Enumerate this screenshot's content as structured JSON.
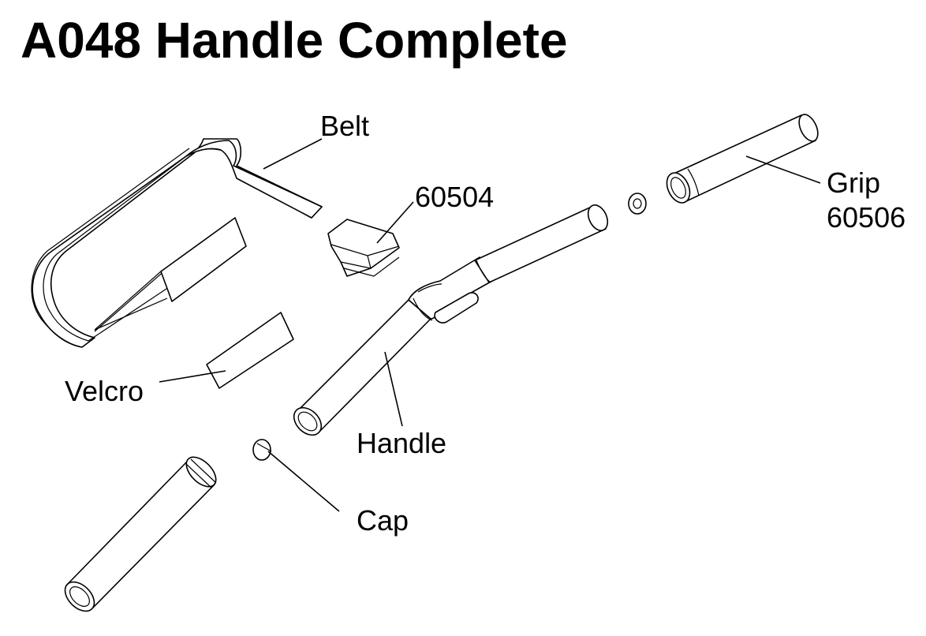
{
  "title": "A048 Handle Complete",
  "labels": {
    "belt": "Belt",
    "part_60504": "60504",
    "grip": "Grip",
    "grip_number": "60506",
    "velcro": "Velcro",
    "handle": "Handle",
    "cap": "Cap"
  },
  "colors": {
    "line": "#000000",
    "background": "#ffffff"
  }
}
